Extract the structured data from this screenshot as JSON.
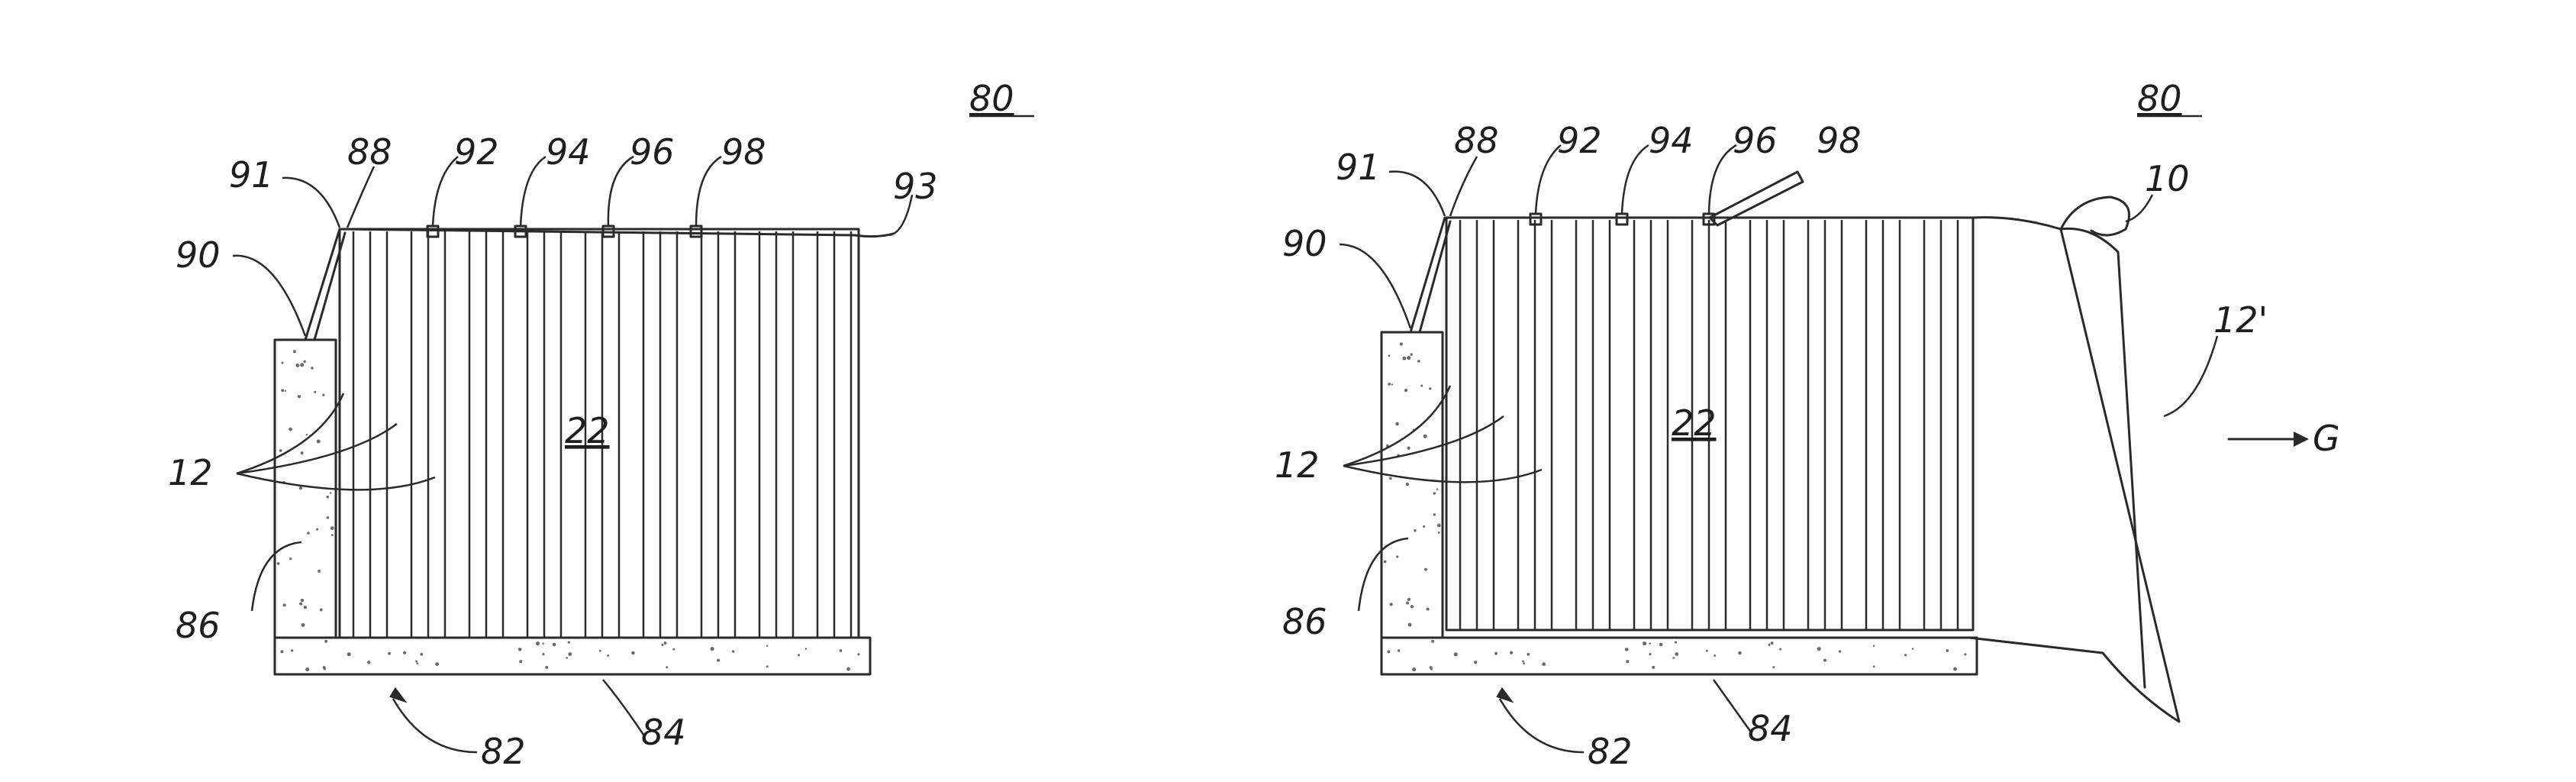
{
  "figure_left": {
    "figure_number": "80",
    "labels": {
      "fig": "80",
      "l91": "91",
      "l88": "88",
      "l92": "92",
      "l94": "94",
      "l96": "96",
      "l98": "98",
      "l93": "93",
      "l90": "90",
      "l12": "12",
      "l22": "22",
      "l86": "86",
      "l82": "82",
      "l84": "84"
    }
  },
  "figure_right": {
    "figure_number": "80",
    "labels": {
      "fig": "80",
      "l91": "91",
      "l88": "88",
      "l92": "92",
      "l94": "94",
      "l96": "96",
      "l98": "98",
      "l10": "10",
      "l12prime": "12'",
      "arrowG": "G",
      "l90": "90",
      "l12": "12",
      "l22": "22",
      "l86": "86",
      "l82": "82",
      "l84": "84"
    }
  },
  "colors": {
    "ink": "#2a2a2a",
    "background": "#ffffff"
  }
}
